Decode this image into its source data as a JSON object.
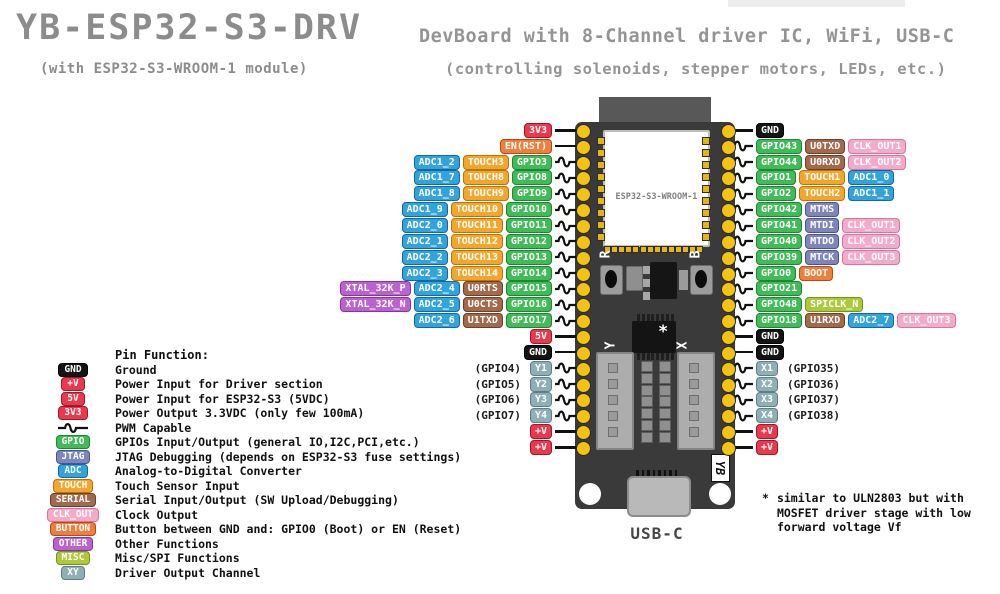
{
  "header": {
    "title": "YB-ESP32-S3-DRV",
    "subtitle": "(with ESP32-S3-WROOM-1 module)",
    "tagline1": "DevBoard with 8-Channel driver IC, WiFi, USB-C",
    "tagline2": "(controlling solenoids, stepper motors, LEDs, etc.)"
  },
  "board": {
    "module_label": "ESP32-S3-WROOM-1",
    "reset_button": "R",
    "boot_button": "B",
    "driver_ic_mark": "*",
    "driver_left_channel": "Y",
    "driver_right_channel": "X",
    "logo": "YB",
    "usb_label": "USB-C"
  },
  "pins": {
    "left": [
      {
        "b": [
          {
            "t": "3V3",
            "c": "pwr"
          }
        ],
        "pwm": false
      },
      {
        "b": [
          {
            "t": "EN(RST)",
            "c": "btn"
          }
        ],
        "pwm": false
      },
      {
        "b": [
          {
            "t": "ADC1_2",
            "c": "adc"
          },
          {
            "t": "TOUCH3",
            "c": "touch"
          },
          {
            "t": "GPIO3",
            "c": "gpio"
          }
        ],
        "pwm": true
      },
      {
        "b": [
          {
            "t": "ADC1_7",
            "c": "adc"
          },
          {
            "t": "TOUCH8",
            "c": "touch"
          },
          {
            "t": "GPIO8",
            "c": "gpio"
          }
        ],
        "pwm": true
      },
      {
        "b": [
          {
            "t": "ADC1_8",
            "c": "adc"
          },
          {
            "t": "TOUCH9",
            "c": "touch"
          },
          {
            "t": "GPIO9",
            "c": "gpio"
          }
        ],
        "pwm": true
      },
      {
        "b": [
          {
            "t": "ADC1_9",
            "c": "adc"
          },
          {
            "t": "TOUCH10",
            "c": "touch"
          },
          {
            "t": "GPIO10",
            "c": "gpio"
          }
        ],
        "pwm": true
      },
      {
        "b": [
          {
            "t": "ADC2_0",
            "c": "adc"
          },
          {
            "t": "TOUCH11",
            "c": "touch"
          },
          {
            "t": "GPIO11",
            "c": "gpio"
          }
        ],
        "pwm": true
      },
      {
        "b": [
          {
            "t": "ADC2_1",
            "c": "adc"
          },
          {
            "t": "TOUCH12",
            "c": "touch"
          },
          {
            "t": "GPIO12",
            "c": "gpio"
          }
        ],
        "pwm": true
      },
      {
        "b": [
          {
            "t": "ADC2_2",
            "c": "adc"
          },
          {
            "t": "TOUCH13",
            "c": "touch"
          },
          {
            "t": "GPIO13",
            "c": "gpio"
          }
        ],
        "pwm": true
      },
      {
        "b": [
          {
            "t": "ADC2_3",
            "c": "adc"
          },
          {
            "t": "TOUCH14",
            "c": "touch"
          },
          {
            "t": "GPIO14",
            "c": "gpio"
          }
        ],
        "pwm": true
      },
      {
        "b": [
          {
            "t": "XTAL_32K_P",
            "c": "other"
          },
          {
            "t": "ADC2_4",
            "c": "adc"
          },
          {
            "t": "U0RTS",
            "c": "serial"
          },
          {
            "t": "GPIO15",
            "c": "gpio"
          }
        ],
        "pwm": true
      },
      {
        "b": [
          {
            "t": "XTAL_32K_N",
            "c": "other"
          },
          {
            "t": "ADC2_5",
            "c": "adc"
          },
          {
            "t": "U0CTS",
            "c": "serial"
          },
          {
            "t": "GPIO16",
            "c": "gpio"
          }
        ],
        "pwm": true
      },
      {
        "b": [
          {
            "t": "ADC2_6",
            "c": "adc"
          },
          {
            "t": "U1TXD",
            "c": "serial"
          },
          {
            "t": "GPIO17",
            "c": "gpio"
          }
        ],
        "pwm": true
      },
      {
        "b": [
          {
            "t": "5V",
            "c": "pwr"
          }
        ],
        "pwm": false
      },
      {
        "b": [
          {
            "t": "GND",
            "c": "gnd"
          }
        ],
        "pwm": false
      },
      {
        "pre": "(GPIO4)",
        "b": [
          {
            "t": "Y1",
            "c": "xy"
          }
        ],
        "pwm": true
      },
      {
        "pre": "(GPIO5)",
        "b": [
          {
            "t": "Y2",
            "c": "xy"
          }
        ],
        "pwm": true
      },
      {
        "pre": "(GPIO6)",
        "b": [
          {
            "t": "Y3",
            "c": "xy"
          }
        ],
        "pwm": true
      },
      {
        "pre": "(GPIO7)",
        "b": [
          {
            "t": "Y4",
            "c": "xy"
          }
        ],
        "pwm": true
      },
      {
        "b": [
          {
            "t": "+V",
            "c": "pwr"
          }
        ],
        "pwm": false
      },
      {
        "b": [
          {
            "t": "+V",
            "c": "pwr"
          }
        ],
        "pwm": false
      }
    ],
    "right": [
      {
        "b": [
          {
            "t": "GND",
            "c": "gnd"
          }
        ],
        "pwm": false
      },
      {
        "b": [
          {
            "t": "GPIO43",
            "c": "gpio"
          },
          {
            "t": "U0TXD",
            "c": "serial"
          },
          {
            "t": "CLK_OUT1",
            "c": "clk"
          }
        ],
        "pwm": true
      },
      {
        "b": [
          {
            "t": "GPIO44",
            "c": "gpio"
          },
          {
            "t": "U0RXD",
            "c": "serial"
          },
          {
            "t": "CLK_OUT2",
            "c": "clk"
          }
        ],
        "pwm": true
      },
      {
        "b": [
          {
            "t": "GPIO1",
            "c": "gpio"
          },
          {
            "t": "TOUCH1",
            "c": "touch"
          },
          {
            "t": "ADC1_0",
            "c": "adc"
          }
        ],
        "pwm": true
      },
      {
        "b": [
          {
            "t": "GPIO2",
            "c": "gpio"
          },
          {
            "t": "TOUCH2",
            "c": "touch"
          },
          {
            "t": "ADC1_1",
            "c": "adc"
          }
        ],
        "pwm": true
      },
      {
        "b": [
          {
            "t": "GPIO42",
            "c": "gpio"
          },
          {
            "t": "MTMS",
            "c": "jtag"
          }
        ],
        "pwm": true
      },
      {
        "b": [
          {
            "t": "GPIO41",
            "c": "gpio"
          },
          {
            "t": "MTDI",
            "c": "jtag"
          },
          {
            "t": "CLK_OUT1",
            "c": "clk"
          }
        ],
        "pwm": true
      },
      {
        "b": [
          {
            "t": "GPIO40",
            "c": "gpio"
          },
          {
            "t": "MTDO",
            "c": "jtag"
          },
          {
            "t": "CLK_OUT2",
            "c": "clk"
          }
        ],
        "pwm": true
      },
      {
        "b": [
          {
            "t": "GPIO39",
            "c": "gpio"
          },
          {
            "t": "MTCK",
            "c": "jtag"
          },
          {
            "t": "CLK_OUT3",
            "c": "clk"
          }
        ],
        "pwm": true
      },
      {
        "b": [
          {
            "t": "GPIO0",
            "c": "gpio"
          },
          {
            "t": "BOOT",
            "c": "btn"
          }
        ],
        "pwm": true
      },
      {
        "b": [
          {
            "t": "GPIO21",
            "c": "gpio"
          }
        ],
        "pwm": true
      },
      {
        "b": [
          {
            "t": "GPIO48",
            "c": "gpio"
          },
          {
            "t": "SPICLK_N",
            "c": "misc"
          }
        ],
        "pwm": true
      },
      {
        "b": [
          {
            "t": "GPIO18",
            "c": "gpio"
          },
          {
            "t": "U1RXD",
            "c": "serial"
          },
          {
            "t": "ADC2_7",
            "c": "adc"
          },
          {
            "t": "CLK_OUT3",
            "c": "clk"
          }
        ],
        "pwm": true
      },
      {
        "b": [
          {
            "t": "GND",
            "c": "gnd"
          }
        ],
        "pwm": false
      },
      {
        "b": [
          {
            "t": "GND",
            "c": "gnd"
          }
        ],
        "pwm": false
      },
      {
        "b": [
          {
            "t": "X1",
            "c": "xy"
          }
        ],
        "post": "(GPIO35)",
        "pwm": true
      },
      {
        "b": [
          {
            "t": "X2",
            "c": "xy"
          }
        ],
        "post": "(GPIO36)",
        "pwm": true
      },
      {
        "b": [
          {
            "t": "X3",
            "c": "xy"
          }
        ],
        "post": "(GPIO37)",
        "pwm": true
      },
      {
        "b": [
          {
            "t": "X4",
            "c": "xy"
          }
        ],
        "post": "(GPIO38)",
        "pwm": true
      },
      {
        "b": [
          {
            "t": "+V",
            "c": "pwr"
          }
        ],
        "pwm": false
      },
      {
        "b": [
          {
            "t": "+V",
            "c": "pwr"
          }
        ],
        "pwm": false
      }
    ]
  },
  "legend": {
    "title": "Pin Function:",
    "items": [
      {
        "badge": "GND",
        "c": "gnd",
        "desc": "Ground"
      },
      {
        "badge": "+V",
        "c": "pwr",
        "desc": "Power Input for Driver section"
      },
      {
        "badge": "5V",
        "c": "pwr",
        "desc": "Power Input for ESP32-S3 (5VDC)"
      },
      {
        "badge": "3V3",
        "c": "pwr",
        "desc": "Power Output 3.3VDC (only few 100mA)"
      },
      {
        "badge": "",
        "c": "pwm",
        "desc": "PWM Capable"
      },
      {
        "badge": "GPIO",
        "c": "gpio",
        "desc": "GPIOs Input/Output (general IO,I2C,PCI,etc.)"
      },
      {
        "badge": "JTAG",
        "c": "jtag",
        "desc": "JTAG Debugging (depends on ESP32-S3 fuse settings)"
      },
      {
        "badge": "ADC",
        "c": "adc",
        "desc": "Analog-to-Digital Converter"
      },
      {
        "badge": "TOUCH",
        "c": "touch",
        "desc": "Touch Sensor Input"
      },
      {
        "badge": "SERIAL",
        "c": "serial",
        "desc": "Serial Input/Output (SW Upload/Debugging)"
      },
      {
        "badge": "CLK_OUT",
        "c": "clk",
        "desc": "Clock Output"
      },
      {
        "badge": "BUTTON",
        "c": "btn",
        "desc": "Button between GND and: GPIO0 (Boot) or EN (Reset)"
      },
      {
        "badge": "OTHER",
        "c": "other",
        "desc": "Other Functions"
      },
      {
        "badge": "MISC",
        "c": "misc",
        "desc": "Misc/SPI Functions"
      },
      {
        "badge": "XY",
        "c": "xy",
        "desc": "Driver Output Channel"
      }
    ]
  },
  "note": {
    "star": "*",
    "lines": [
      "similar to ULN2803 but with",
      "MOSFET driver stage with low",
      "forward voltage Vf"
    ]
  },
  "colors": {
    "power": "#e8394e",
    "ground": "#141414",
    "button": "#ee7e3c",
    "gpio": "#41ba58",
    "adc": "#33a3db",
    "touch": "#f2a62c",
    "serial": "#a26a4c",
    "clk_out": "#f3abc9",
    "other": "#bb62d1",
    "jtag": "#7d85bc",
    "misc": "#abc93b",
    "xy": "#8eafb6",
    "title_grey": "#8c8c8c",
    "pcb": "#3a3a3a",
    "pin_hole": "#f4c213"
  }
}
